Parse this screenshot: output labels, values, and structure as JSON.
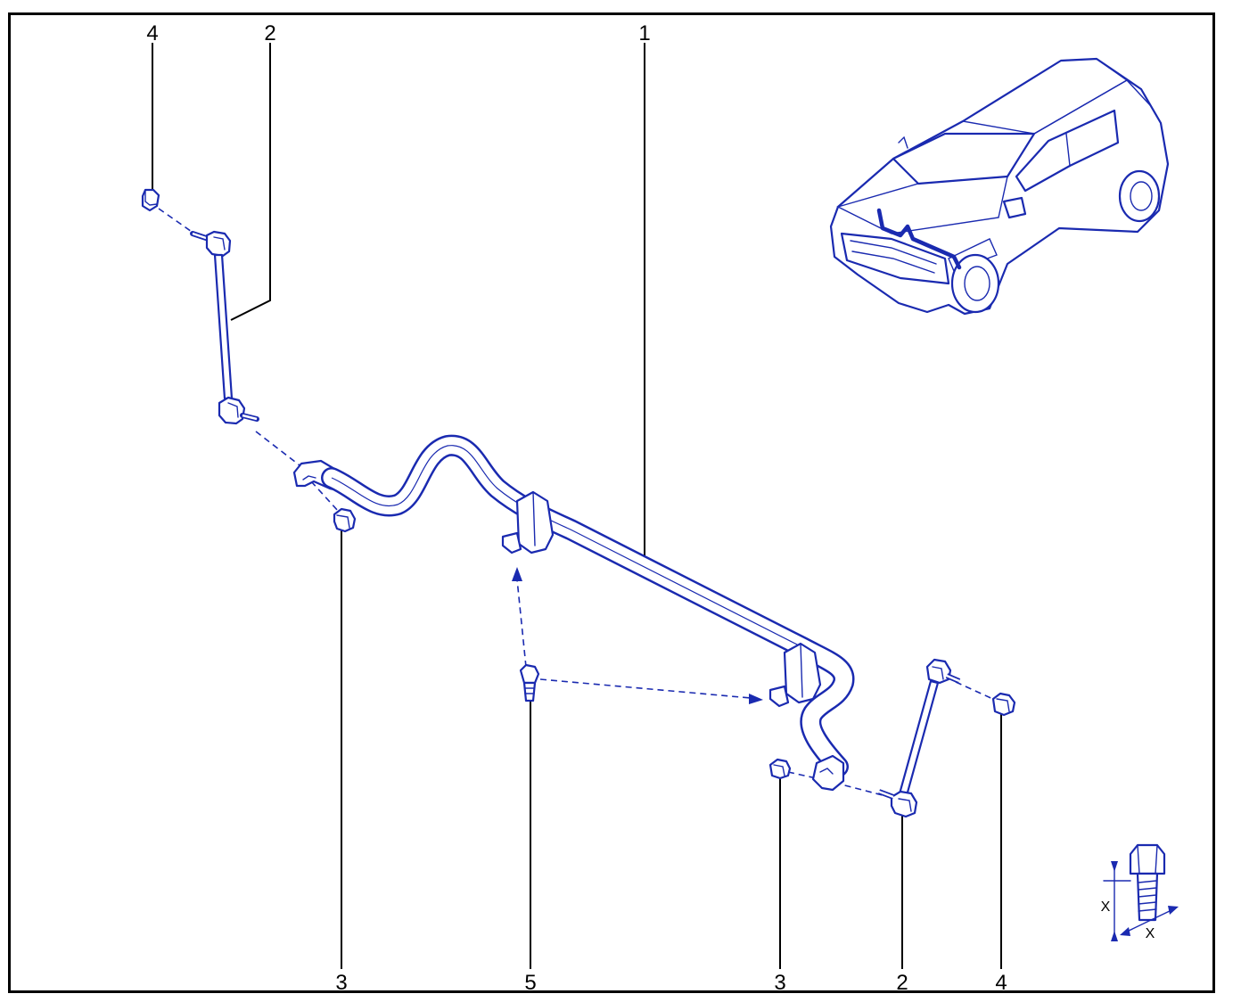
{
  "diagram": {
    "callouts": [
      {
        "id": "c4-top",
        "text": "4"
      },
      {
        "id": "c2-top",
        "text": "2"
      },
      {
        "id": "c1-top",
        "text": "1"
      },
      {
        "id": "c3-left",
        "text": "3"
      },
      {
        "id": "c5",
        "text": "5"
      },
      {
        "id": "c3-right",
        "text": "3"
      },
      {
        "id": "c2-bottom",
        "text": "2"
      },
      {
        "id": "c4-bottom",
        "text": "4"
      }
    ],
    "torque_legend": {
      "x_vertical": "X",
      "x_diagonal": "X"
    },
    "colors": {
      "part_line": "#1a2ab0",
      "leader_line": "#000000",
      "frame": "#000000"
    }
  }
}
